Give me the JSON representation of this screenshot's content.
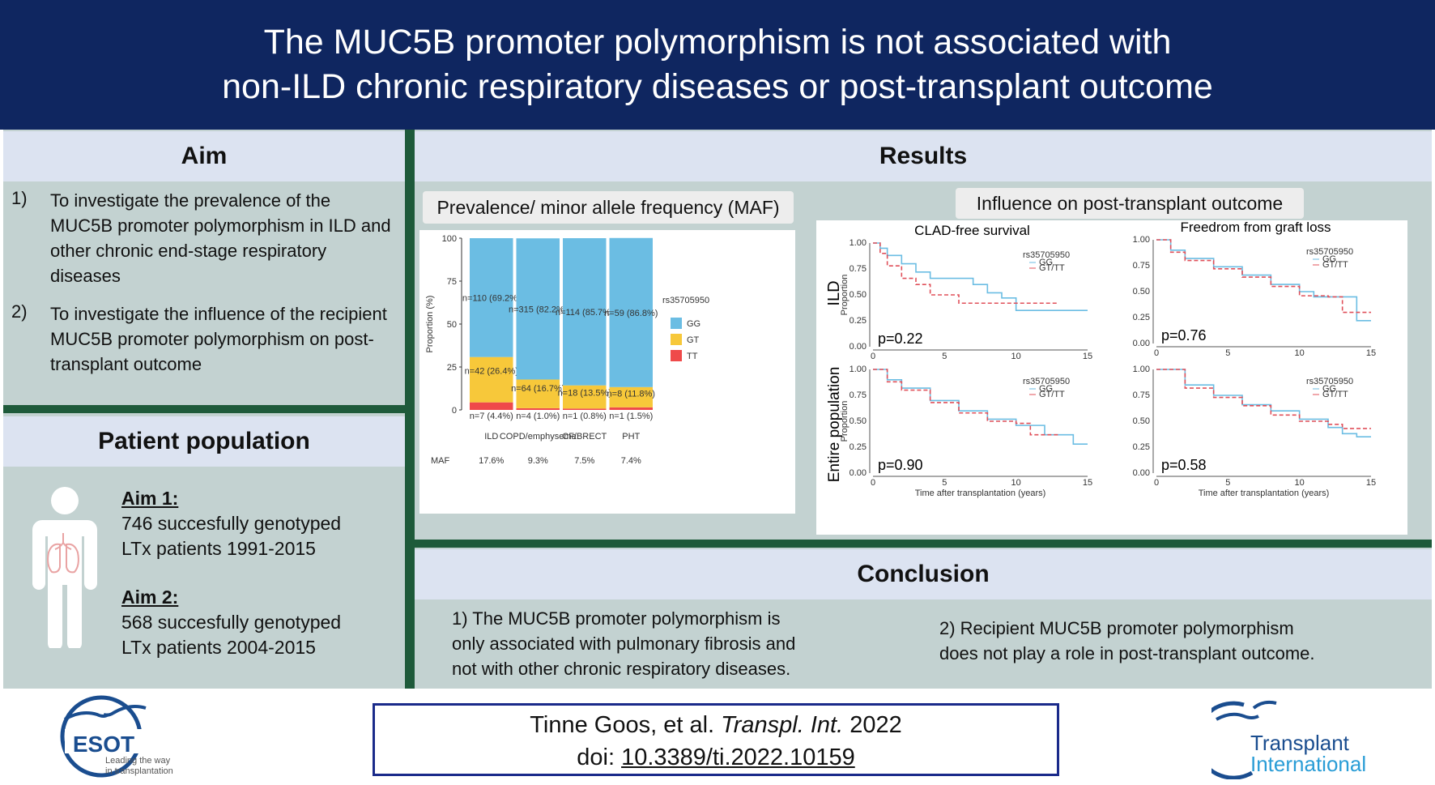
{
  "header": {
    "title_line1": "The MUC5B promoter polymorphism is not associated with",
    "title_line2": "non-ILD chronic respiratory diseases or post-transplant outcome"
  },
  "aim": {
    "heading": "Aim",
    "items": [
      {
        "num": "1)",
        "text": "To investigate the prevalence of the MUC5B promoter polymorphism in ILD and other chronic end-stage respiratory diseases"
      },
      {
        "num": "2)",
        "text": "To investigate the influence of the recipient MUC5B promoter polymorphism on post-transplant outcome"
      }
    ]
  },
  "population": {
    "heading": "Patient population",
    "aim1_label": "Aim 1:",
    "aim1_line1": "746 succesfully genotyped",
    "aim1_line2": "LTx patients 1991-2015",
    "aim2_label": "Aim 2:",
    "aim2_line1": "568 succesfully genotyped",
    "aim2_line2": "LTx patients 2004-2015",
    "icon": "person-lungs-icon"
  },
  "results": {
    "heading": "Results",
    "prevalence_title": "Prevalence/ minor allele frequency (MAF)",
    "outcome_title": "Influence on post-transplant outcome"
  },
  "chart_data": [
    {
      "type": "bar",
      "stacked": true,
      "ylabel": "Proportion (%)",
      "ylim": [
        0,
        100
      ],
      "yticks": [
        "0",
        "25",
        "50",
        "75",
        "100"
      ],
      "categories": [
        "ILD",
        "COPD/emphysema",
        "CF/BRECT",
        "PHT"
      ],
      "legend_title": "rs35705950",
      "legend_placement": "right",
      "series": [
        {
          "name": "TT",
          "color": "#ef4a4a",
          "values": [
            4.4,
            1.0,
            0.8,
            1.5
          ],
          "labels": [
            "n=7 (4.4%)",
            "n=4 (1.0%)",
            "n=1 (0.8%)",
            "n=1 (1.5%)"
          ]
        },
        {
          "name": "GT",
          "color": "#f7c83a",
          "values": [
            26.4,
            16.7,
            13.5,
            11.8
          ],
          "labels": [
            "n=42 (26.4%)",
            "n=64 (16.7%)",
            "n=18 (13.5%)",
            "n=8 (11.8%)"
          ]
        },
        {
          "name": "GG",
          "color": "#6bbde3",
          "values": [
            69.2,
            82.2,
            85.7,
            86.8
          ],
          "labels": [
            "n=110 (69.2%)",
            "n=315 (82.2%)",
            "n=114 (85.7%)",
            "n=59 (86.8%)"
          ]
        }
      ],
      "maf_label": "MAF",
      "maf": [
        "17.6%",
        "9.3%",
        "7.5%",
        "7.4%"
      ]
    },
    {
      "type": "line",
      "title": "CLAD-free survival",
      "row_label": "ILD",
      "ylabel": "Proportion",
      "xlim": [
        0,
        15
      ],
      "ylim": [
        0,
        1
      ],
      "xticks": [
        "0",
        "5",
        "10",
        "15"
      ],
      "yticks": [
        "0.00",
        "0.25",
        "0.50",
        "0.75",
        "1.00"
      ],
      "legend_title": "rs35705950",
      "p_value": "p=0.22",
      "series": [
        {
          "name": "GG",
          "color": "#6bbde3",
          "x": [
            0,
            0.5,
            1,
            2,
            3,
            4,
            5,
            7,
            8,
            9,
            10,
            15
          ],
          "y": [
            1.0,
            0.95,
            0.88,
            0.8,
            0.72,
            0.66,
            0.66,
            0.6,
            0.52,
            0.47,
            0.35,
            0.35
          ]
        },
        {
          "name": "GT/TT",
          "color": "#e0505a",
          "x": [
            0,
            0.5,
            1,
            2,
            3,
            4,
            6,
            13
          ],
          "y": [
            1.0,
            0.9,
            0.78,
            0.66,
            0.6,
            0.5,
            0.42,
            0.42
          ]
        }
      ]
    },
    {
      "type": "line",
      "title": "Freedrom  from graft loss",
      "row_label": "ILD",
      "xlim": [
        0,
        15
      ],
      "ylim": [
        0,
        1
      ],
      "xticks": [
        "0",
        "5",
        "10",
        "15"
      ],
      "yticks": [
        "0.00",
        "0.25",
        "0.50",
        "0.75",
        "1.00"
      ],
      "legend_title": "rs35705950",
      "p_value": "p=0.76",
      "series": [
        {
          "name": "GG",
          "color": "#6bbde3",
          "x": [
            0,
            1,
            2,
            4,
            6,
            8,
            10,
            11,
            13,
            14,
            15
          ],
          "y": [
            1.0,
            0.9,
            0.82,
            0.74,
            0.66,
            0.57,
            0.5,
            0.45,
            0.45,
            0.22,
            0.22
          ]
        },
        {
          "name": "GT/TT",
          "color": "#e0505a",
          "x": [
            0,
            1,
            2,
            4,
            6,
            8,
            10,
            12,
            13,
            15
          ],
          "y": [
            1.0,
            0.88,
            0.8,
            0.72,
            0.64,
            0.55,
            0.46,
            0.45,
            0.3,
            0.3
          ]
        }
      ]
    },
    {
      "type": "line",
      "row_label": "Entire population",
      "ylabel": "Proportion",
      "xlabel": "Time after transplantation (years)",
      "xlim": [
        0,
        15
      ],
      "ylim": [
        0,
        1
      ],
      "xticks": [
        "0",
        "5",
        "10",
        "15"
      ],
      "yticks": [
        "0.00",
        "0.25",
        "0.50",
        "0.75",
        "1.00"
      ],
      "legend_title": "rs35705950",
      "p_value": "p=0.90",
      "series": [
        {
          "name": "GG",
          "color": "#6bbde3",
          "x": [
            0,
            1,
            2,
            4,
            6,
            8,
            10,
            12,
            14,
            15
          ],
          "y": [
            1.0,
            0.9,
            0.82,
            0.7,
            0.6,
            0.52,
            0.46,
            0.37,
            0.28,
            0.28
          ]
        },
        {
          "name": "GT/TT",
          "color": "#e0505a",
          "x": [
            0,
            1,
            2,
            4,
            6,
            8,
            10,
            11,
            13
          ],
          "y": [
            1.0,
            0.88,
            0.8,
            0.68,
            0.58,
            0.5,
            0.48,
            0.37,
            0.37
          ]
        }
      ]
    },
    {
      "type": "line",
      "xlabel": "Time after transplantation (years)",
      "xlim": [
        0,
        15
      ],
      "ylim": [
        0,
        1
      ],
      "xticks": [
        "0",
        "5",
        "10",
        "15"
      ],
      "yticks": [
        "0.00",
        "0.25",
        "0.50",
        "0.75",
        "1.00"
      ],
      "legend_title": "rs35705950",
      "p_value": "p=0.58",
      "series": [
        {
          "name": "GG",
          "color": "#6bbde3",
          "x": [
            0,
            2,
            4,
            6,
            8,
            10,
            12,
            13,
            14,
            15
          ],
          "y": [
            1.0,
            0.85,
            0.75,
            0.66,
            0.6,
            0.52,
            0.44,
            0.38,
            0.35,
            0.35
          ]
        },
        {
          "name": "GT/TT",
          "color": "#e0505a",
          "x": [
            0,
            2,
            4,
            6,
            8,
            10,
            12,
            13,
            15
          ],
          "y": [
            1.0,
            0.82,
            0.73,
            0.65,
            0.56,
            0.5,
            0.47,
            0.43,
            0.43
          ]
        }
      ]
    }
  ],
  "conclusion": {
    "heading": "Conclusion",
    "item1_line1": "1) The MUC5B promoter polymorphism is",
    "item1_line2": "only associated with pulmonary fibrosis and",
    "item1_line3": "not with other chronic respiratory diseases.",
    "item2_line1": "2) Recipient MUC5B promoter polymorphism",
    "item2_line2": "does not play a role in post-transplant outcome."
  },
  "footer": {
    "citation_authors": "Tinne Goos, et al. ",
    "citation_journal": "Transpl. Int.",
    "citation_year": " 2022",
    "doi_label": "doi: ",
    "doi_link": "10.3389/ti.2022.10159",
    "esot_logo": "ESOT",
    "esot_tag1": "Leading the way",
    "esot_tag2": "in transplantation",
    "ti_logo1": "Transplant",
    "ti_logo2": "International"
  },
  "colors": {
    "header_bg": "#0f2660",
    "panel_bg": "#c3d2d1",
    "title_bar": "#dce3f1",
    "divider": "#1e5a3a"
  }
}
